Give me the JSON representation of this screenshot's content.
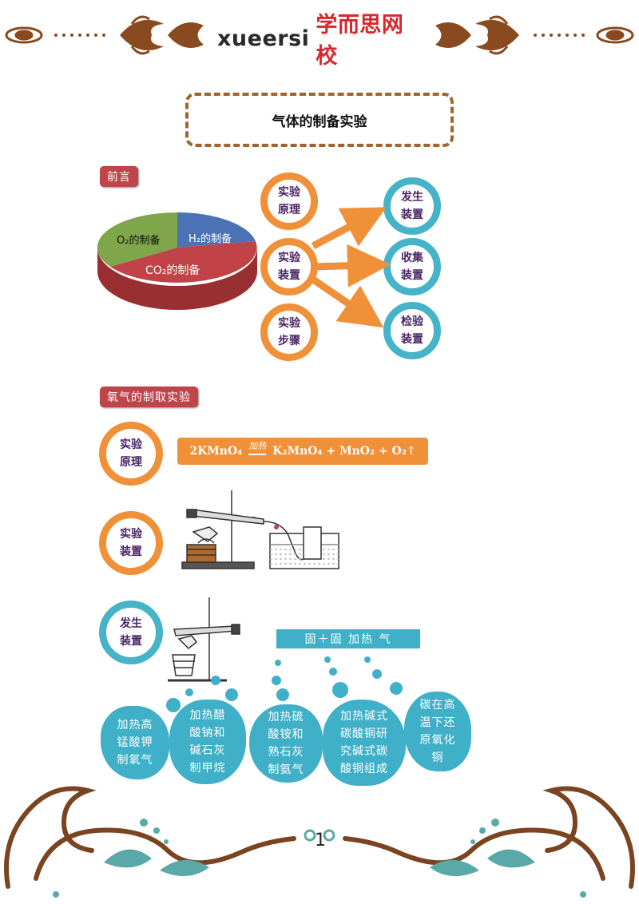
{
  "header": {
    "brand_en": "xueersi",
    "brand_cn": "学而思网校"
  },
  "title": "气体的制备实验",
  "intro": {
    "tag": "前言",
    "pie_labels": {
      "o2": "O₂的制备",
      "h2": "H₂的制备",
      "co2": "CO₂的制备"
    },
    "left_circles": [
      "实验\n原理",
      "实验\n装置",
      "实验\n步骤"
    ],
    "right_circles": [
      "发生\n装置",
      "收集\n装置",
      "检验\n装置"
    ],
    "colors": {
      "orange": "#f0913a",
      "teal": "#46b3c8",
      "red_tag": "#c0454b"
    }
  },
  "oxygen": {
    "tag": "氧气的制取实验",
    "principle_label": "实验\n原理",
    "apparatus_label": "实验\n装置",
    "formula": {
      "left": "2KMnO₄",
      "condition": "加热",
      "right": "K₂MnO₄ + MnO₂ + O₂↑"
    },
    "generator_label": "发生\n装置",
    "condition_bar": "固＋固  加热  气",
    "clouds": [
      "加热高\n锰酸钾\n制氧气",
      "加热醋\n酸钠和\n碱石灰\n制甲烷",
      "加热硫\n酸铵和\n熟石灰\n制氨气",
      "加热碱式\n碳酸铜研\n究碱式碳\n酸铜组成",
      "碳在高\n温下还\n原氧化\n铜"
    ]
  },
  "footer": {
    "page_number": "1"
  }
}
